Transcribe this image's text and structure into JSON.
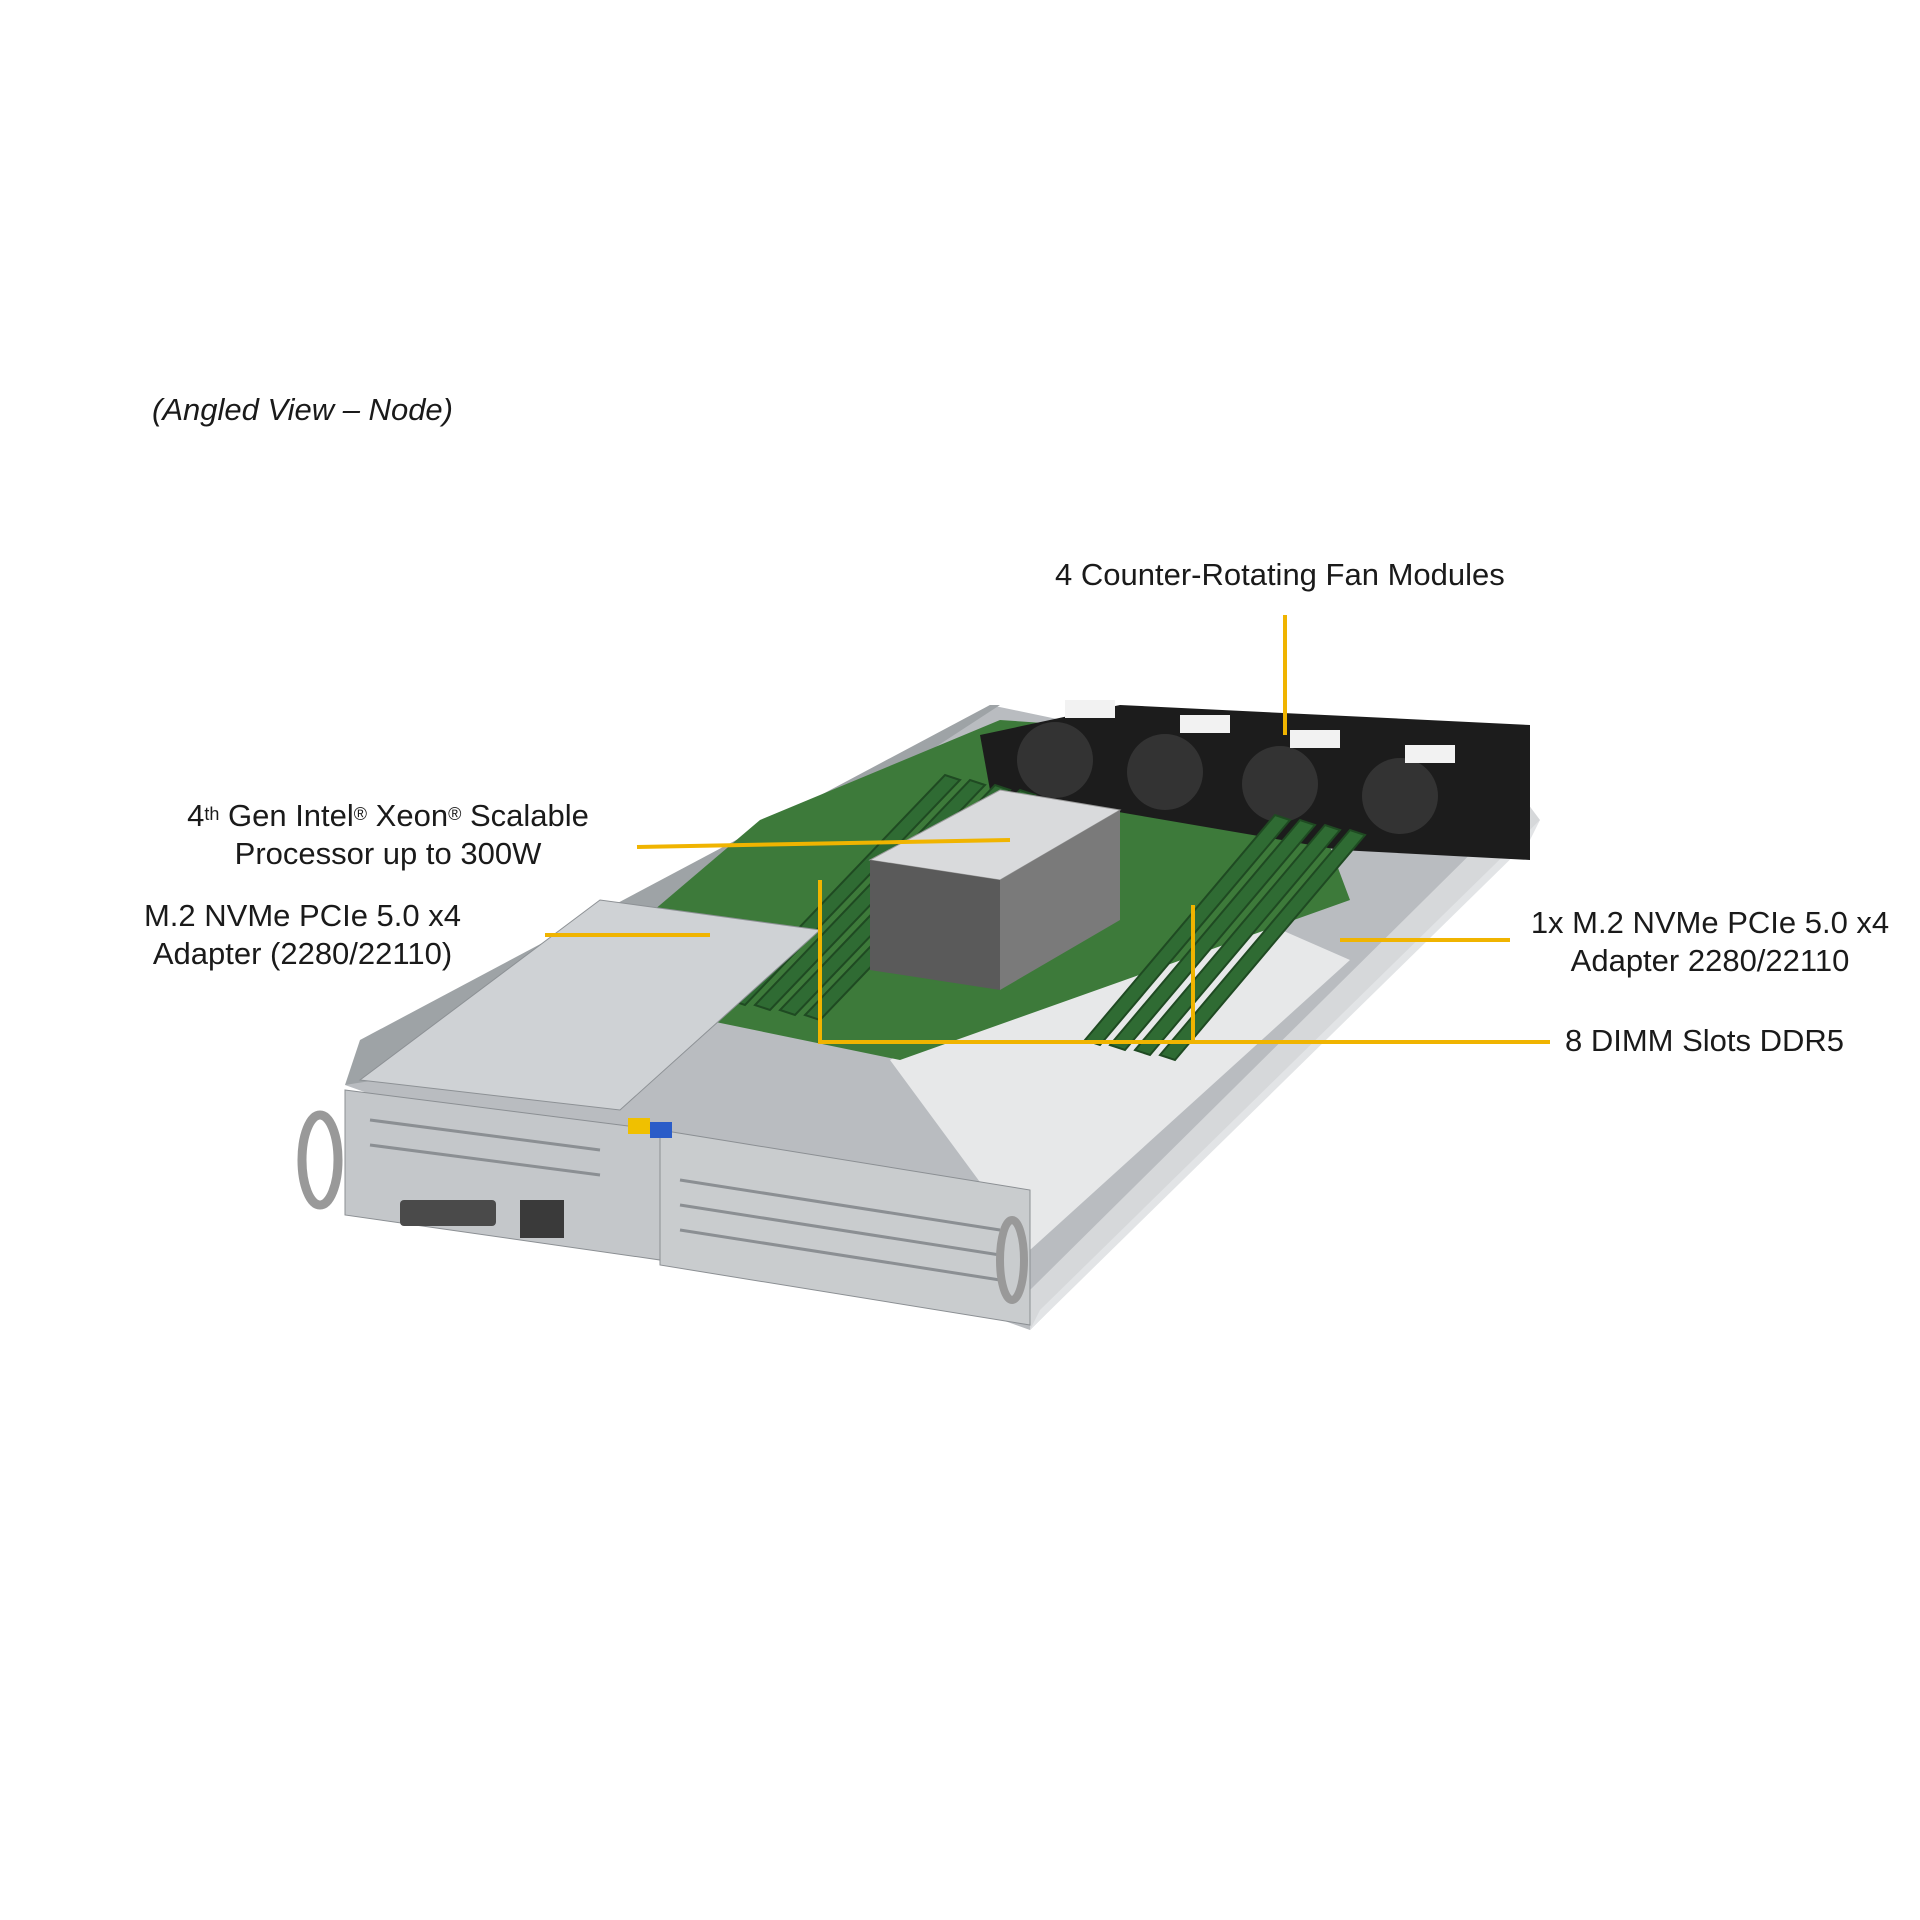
{
  "caption": "(Angled View – Node)",
  "colors": {
    "leader": "#f0b400",
    "chassis": "#c9ccd0",
    "pcb": "#3d7a3a",
    "dimm": "#2f6b33",
    "fan": "#1c1c1c"
  },
  "callouts": {
    "fans": "4 Counter-Rotating  Fan Modules",
    "cpu": {
      "prefix_4": "4",
      "sup_th": "th",
      "text_gen_intel": " Gen Intel",
      "sup_reg1": "®",
      "text_xeon": " Xeon",
      "sup_reg2": "®",
      "text_scalable": " Scalable",
      "line2": "Processor up to 300W"
    },
    "m2_left": {
      "line1": "M.2 NVMe PCIe 5.0 x4",
      "line2": "Adapter (2280/22110)"
    },
    "m2_right": {
      "line1": "1x M.2 NVMe PCIe 5.0 x4",
      "line2": "Adapter 2280/22110"
    },
    "dimm": "8 DIMM Slots DDR5"
  }
}
